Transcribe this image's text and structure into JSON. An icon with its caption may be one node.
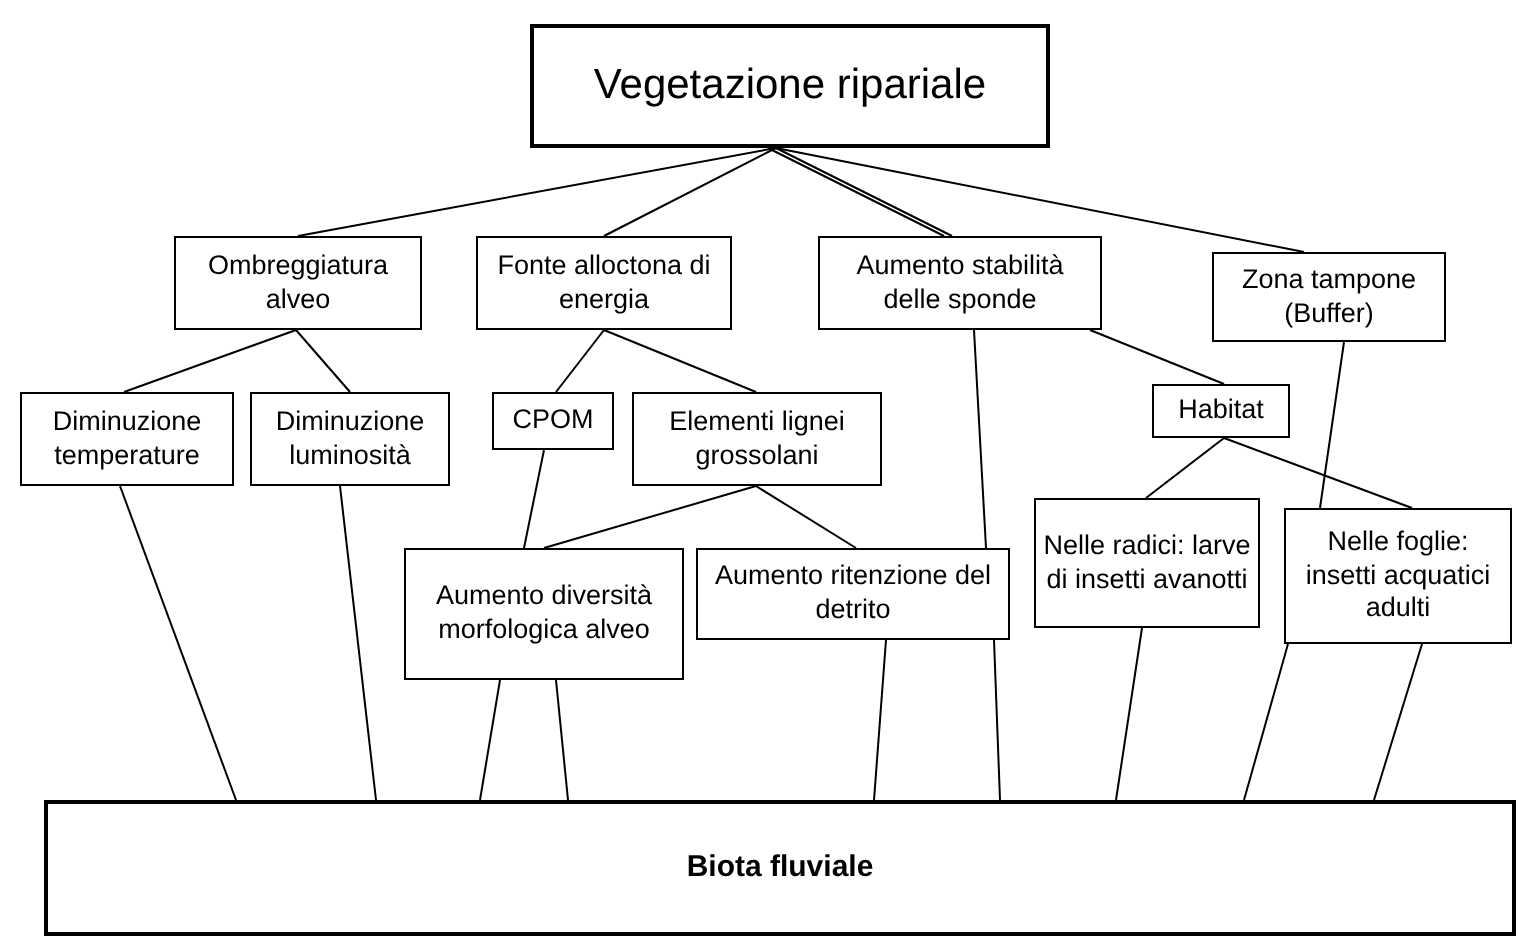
{
  "diagram": {
    "nodes": [
      {
        "text": [
          "Vegetazione ripariale"
        ]
      },
      {
        "text": [
          "Ombreggiatura alveo"
        ]
      },
      {
        "text": [
          "Fonte alloctona di energia"
        ]
      },
      {
        "text": [
          "Aumento stabilità delle sponde"
        ]
      },
      {
        "text": [
          "Zona tampone (Buffer)"
        ]
      },
      {
        "text": [
          "Diminuzione temperature"
        ]
      },
      {
        "text": [
          "Diminuzione luminosità"
        ]
      },
      {
        "text": [
          "CPOM"
        ]
      },
      {
        "text": [
          "Elementi lignei grossolani"
        ]
      },
      {
        "text": [
          "Habitat"
        ]
      },
      {
        "text": [
          "Aumento diversità morfologica alveo"
        ]
      },
      {
        "text": [
          "Aumento ritenzione del detrito"
        ]
      },
      {
        "text": [
          "Nelle radici: larve di insetti avanotti"
        ]
      },
      {
        "text": [
          "Nelle foglie: insetti acquatici adulti"
        ]
      },
      {
        "text": [
          "Biota fluviale"
        ]
      }
    ],
    "edges": [
      {
        "from": 0,
        "to": 1,
        "arrow": "none"
      },
      {
        "from": 0,
        "to": 2,
        "arrow": "none"
      },
      {
        "from": 0,
        "to": 3,
        "arrow": "none"
      },
      {
        "from": 0,
        "to": 3,
        "arrow": "none"
      },
      {
        "from": 0,
        "to": 4,
        "arrow": "none"
      },
      {
        "from": 1,
        "to": 5,
        "arrow": "none"
      },
      {
        "from": 1,
        "to": 6,
        "arrow": "none"
      },
      {
        "from": 2,
        "to": 7,
        "arrow": "none"
      },
      {
        "from": 2,
        "to": 8,
        "arrow": "none"
      },
      {
        "from": 3,
        "to": 9,
        "arrow": "none"
      },
      {
        "from": 3,
        "to": 11,
        "arrow": "none"
      },
      {
        "from": 4,
        "to": 13,
        "arrow": "none"
      },
      {
        "from": 5,
        "to": 14,
        "arrow": "none"
      },
      {
        "from": 6,
        "to": 14,
        "arrow": "none"
      },
      {
        "from": 7,
        "to": 10,
        "arrow": "none"
      },
      {
        "from": 8,
        "to": 10,
        "arrow": "none"
      },
      {
        "from": 8,
        "to": 11,
        "arrow": "none"
      },
      {
        "from": 9,
        "to": 12,
        "arrow": "none"
      },
      {
        "from": 9,
        "to": 13,
        "arrow": "none"
      },
      {
        "from": 10,
        "to": 14,
        "arrow": "none"
      },
      {
        "from": 10,
        "to": 14,
        "arrow": "none"
      },
      {
        "from": 11,
        "to": 14,
        "arrow": "none"
      },
      {
        "from": 11,
        "to": 14,
        "arrow": "none"
      },
      {
        "from": 12,
        "to": 14,
        "arrow": "none"
      },
      {
        "from": 13,
        "to": 14,
        "arrow": "none"
      },
      {
        "from": 13,
        "to": 14,
        "arrow": "none"
      }
    ]
  }
}
